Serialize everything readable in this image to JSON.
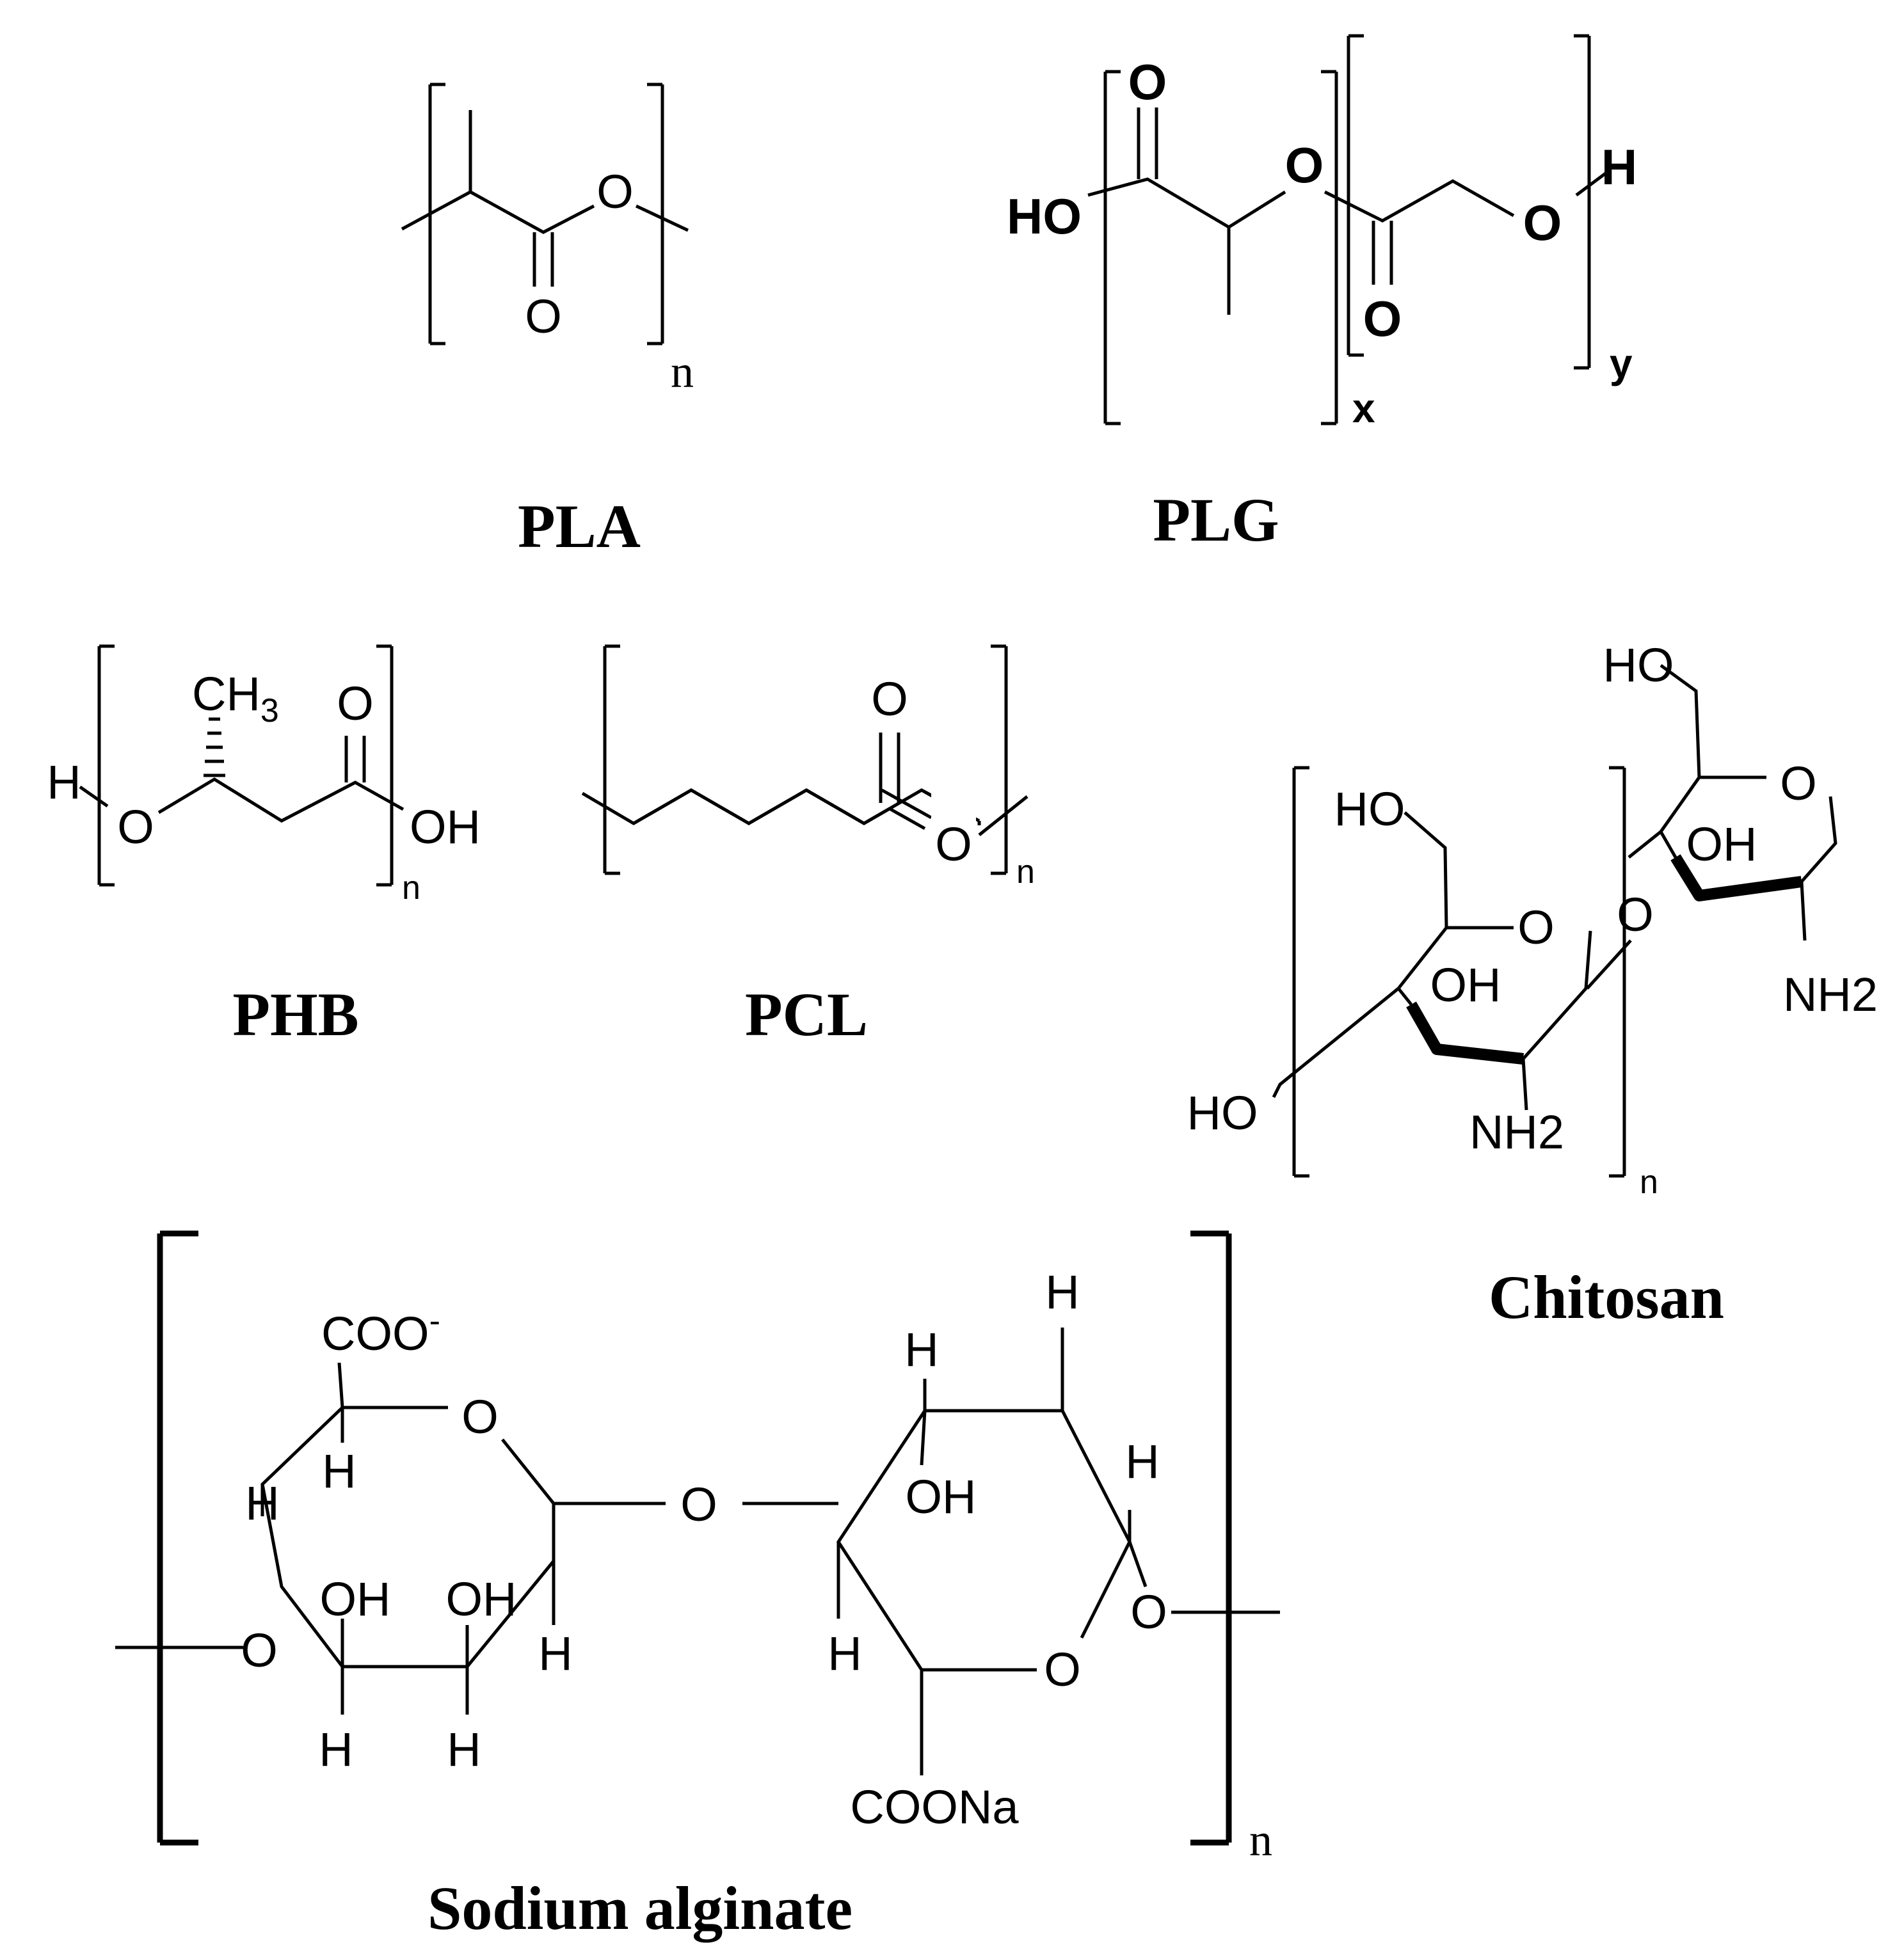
{
  "labels": {
    "pla": "PLA",
    "plg": "PLG",
    "phb": "PHB",
    "pcl": "PCL",
    "chitosan": "Chitosan",
    "alginate": "Sodium alginate"
  },
  "atoms": {
    "O": "O",
    "HO": "HO",
    "OH": "OH",
    "H": "H",
    "CH3": "CH3",
    "NH2": "NH2",
    "COO-": "COO-",
    "COONa": "COONa"
  },
  "repeat": {
    "n": "n",
    "x": "x",
    "y": "y"
  },
  "colors": {
    "ink": "#000000",
    "background": "#ffffff"
  }
}
